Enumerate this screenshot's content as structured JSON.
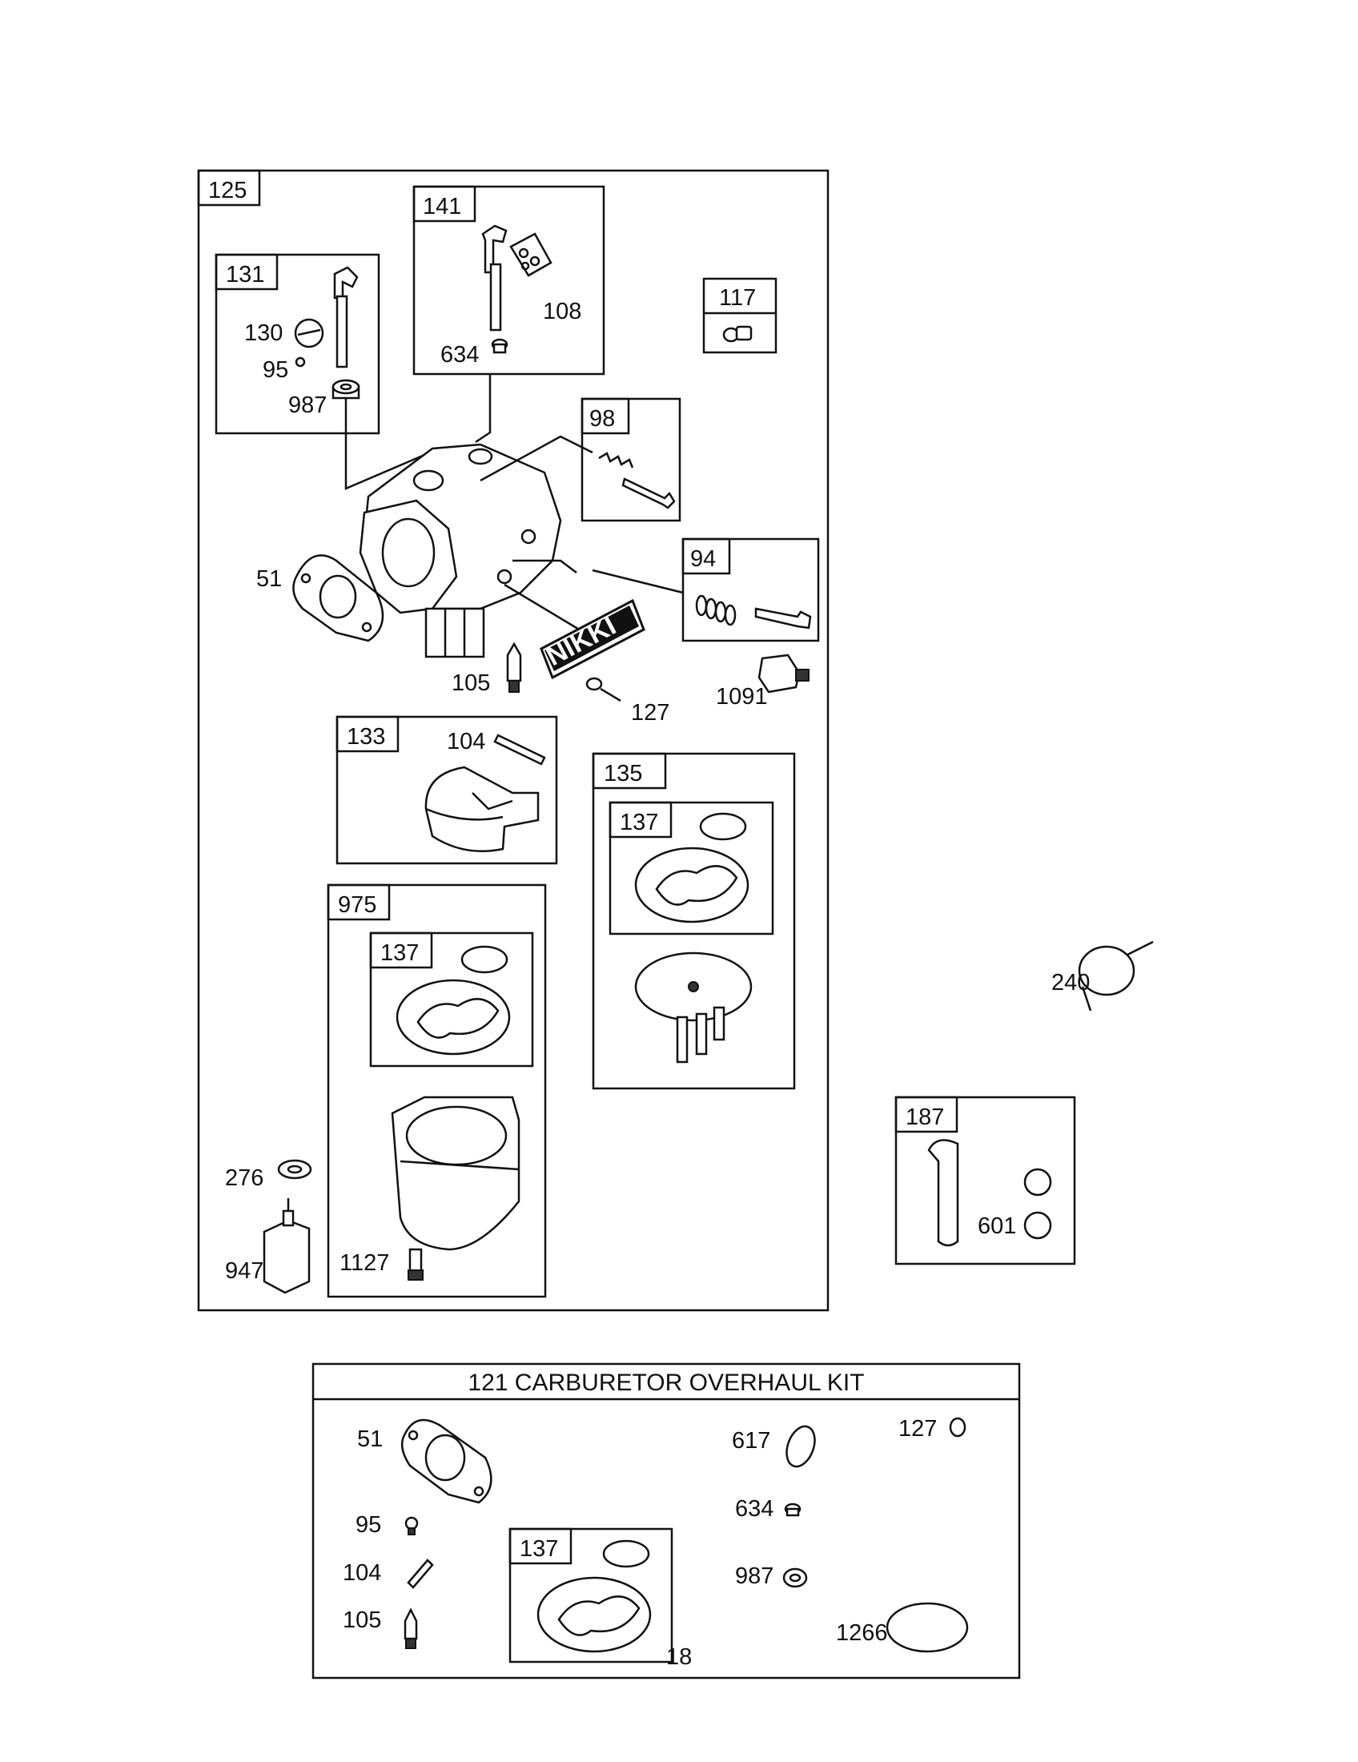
{
  "diagram": {
    "boxes": {
      "b125": "125",
      "b141": "141",
      "b131": "131",
      "b117": "117",
      "b98": "98",
      "b94": "94",
      "b133": "133",
      "b135": "135",
      "b137a": "137",
      "b975": "975",
      "b137b": "137",
      "b187": "187",
      "b137c": "137"
    },
    "labels": {
      "p108": "108",
      "p634": "634",
      "p130": "130",
      "p95": "95",
      "p987": "987",
      "p51": "51",
      "p105": "105",
      "p127": "127",
      "p1091": "1091",
      "p104": "104",
      "p240": "240",
      "p601": "601",
      "p276": "276",
      "p947": "947",
      "p1127": "1127"
    },
    "brand_label": "NIKKI",
    "kit": {
      "title": "121 CARBURETOR OVERHAUL KIT",
      "labels": {
        "k51": "51",
        "k617": "617",
        "k127": "127",
        "k634": "634",
        "k95": "95",
        "k104": "104",
        "k987": "987",
        "k105": "105",
        "k1266": "1266",
        "k18": "18"
      }
    }
  }
}
